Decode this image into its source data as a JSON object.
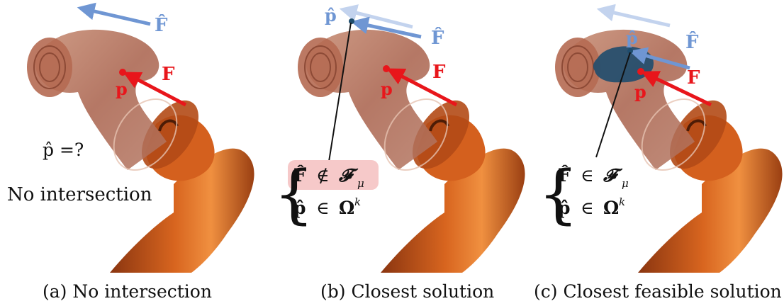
{
  "panels": [
    {
      "caption": "(a) No intersection",
      "labels": {
        "F_hat": "F̂",
        "F": "F",
        "p": "p",
        "p_hat_query": "p̂ =?",
        "no_intersection": "No intersection"
      }
    },
    {
      "caption": "(b) Closest solution",
      "labels": {
        "p_hat": "p̂",
        "F_hat": "F̂",
        "F": "F",
        "p": "p",
        "cond1_lhs": "F̂",
        "cond1_rel": "∉",
        "cond1_rhs": "𝓕",
        "cond1_sub": "μ",
        "cond2_lhs": "p̂",
        "cond2_rel": "∈",
        "cond2_rhs": "Ω",
        "cond2_sup": "k"
      }
    },
    {
      "caption": "(c) Closest feasible solution",
      "labels": {
        "p_hat": "p̂",
        "F_hat": "F̂",
        "F": "F",
        "p": "p",
        "cond1_lhs": "F̂",
        "cond1_rel": "∈",
        "cond1_rhs": "𝓕",
        "cond1_sub": "μ",
        "cond2_lhs": "p̂",
        "cond2_rel": "∈",
        "cond2_rhs": "Ω",
        "cond2_sup": "k"
      }
    }
  ],
  "colors": {
    "robot_body": "#c8581c",
    "robot_highlight": "#f28a40",
    "robot_dark": "#8a3510",
    "translucent_link": "#b5735a",
    "force_red": "#e8161b",
    "force_blue": "#6f96d3",
    "force_blue_faded": "#c3d3ee",
    "contact_region": "#1f4d6e",
    "infeasible_highlight": "#f6c9c9"
  }
}
